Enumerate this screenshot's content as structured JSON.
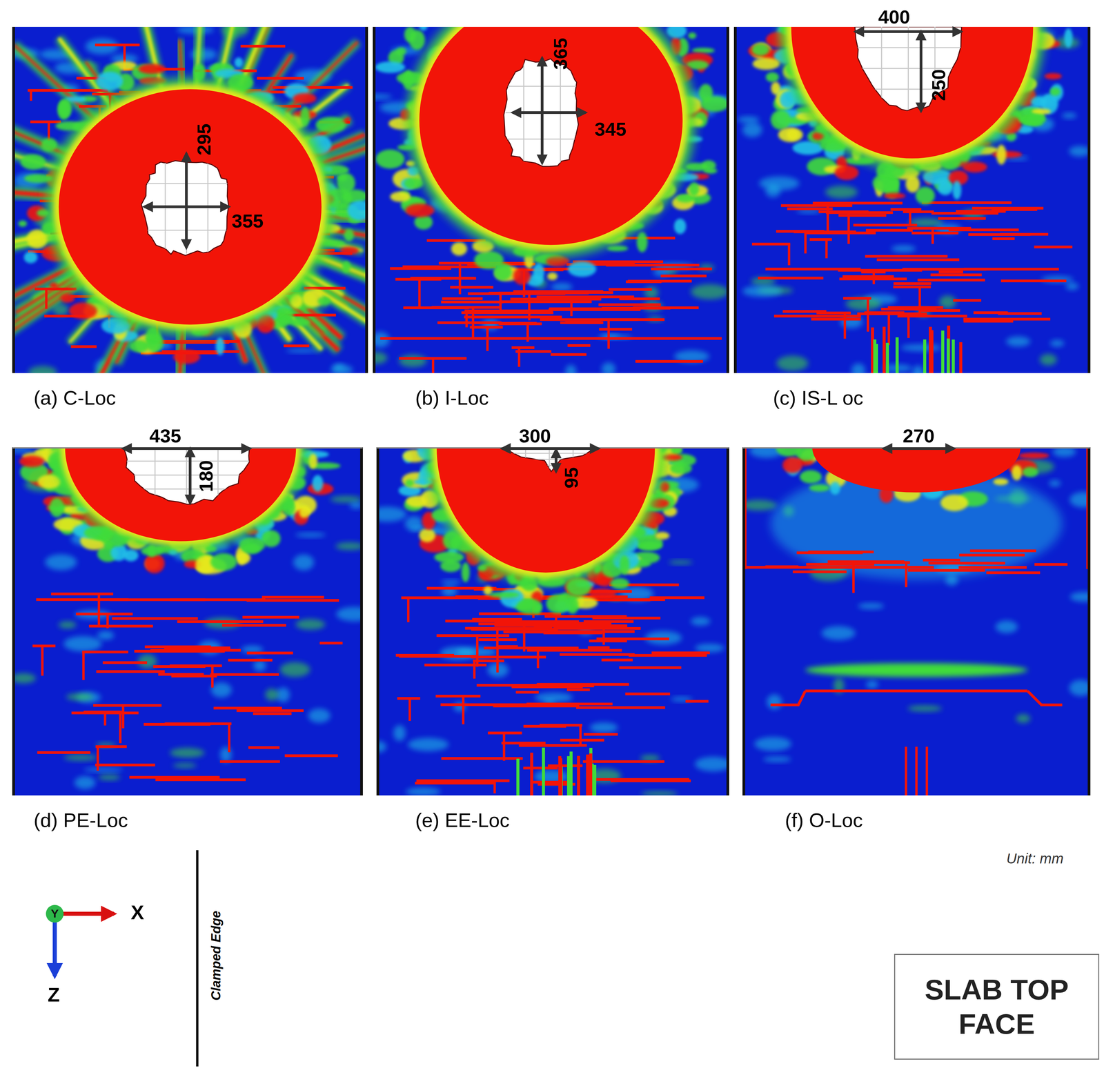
{
  "diagram": {
    "nodes": [
      {
        "text": [
          "SLAB TOP FACE"
        ]
      }
    ],
    "labels": [
      "295",
      "355",
      "(a) C-Loc",
      "365",
      "345",
      "(b) I-Loc",
      "400",
      "250",
      "(c) IS-L oc",
      "435",
      "180",
      "(d) PE-Loc",
      "300",
      "95",
      "(e) EE-Loc",
      "270",
      "(f) O-Loc",
      "Unit: mm",
      "Y",
      "X",
      "Z",
      "Clamped Edge"
    ]
  }
}
